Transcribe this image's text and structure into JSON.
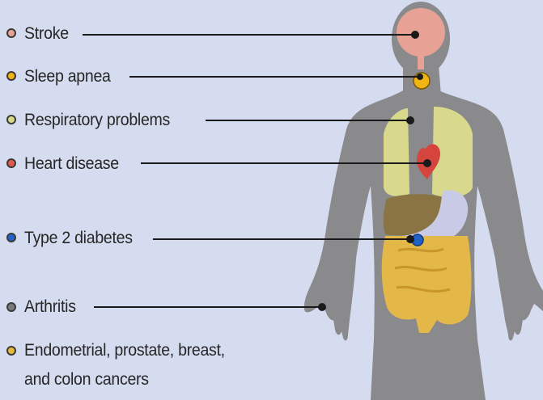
{
  "conditions": [
    {
      "label": "Stroke",
      "dot_color": "#e8a295"
    },
    {
      "label": "Sleep apnea",
      "dot_color": "#f0b414"
    },
    {
      "label": "Respiratory  problems",
      "dot_color": "#d9d98a"
    },
    {
      "label": "Heart disease",
      "dot_color": "#e05a4e"
    },
    {
      "label": "Type 2 diabetes",
      "dot_color": "#1f63c8"
    },
    {
      "label": "Arthritis",
      "dot_color": "#7a7a7a"
    },
    {
      "label": "Endometrial, prostate, breast,",
      "label_line2": "and colon cancers",
      "dot_color": "#e6b83c"
    }
  ],
  "colors": {
    "background": "#d6dcef",
    "body": "#8a8a8c",
    "brain": "#e8a295",
    "lungs": "#d8d98c",
    "heart": "#d5453e",
    "liver": "#8a7443",
    "stomach": "#c9cbe6",
    "intestine": "#e4b749",
    "connector": "#1a1a1a"
  },
  "icons": [
    "human-body-silhouette-icon",
    "brain-icon",
    "thyroid-icon",
    "lungs-icon",
    "heart-icon",
    "liver-icon",
    "stomach-icon",
    "intestines-icon"
  ]
}
